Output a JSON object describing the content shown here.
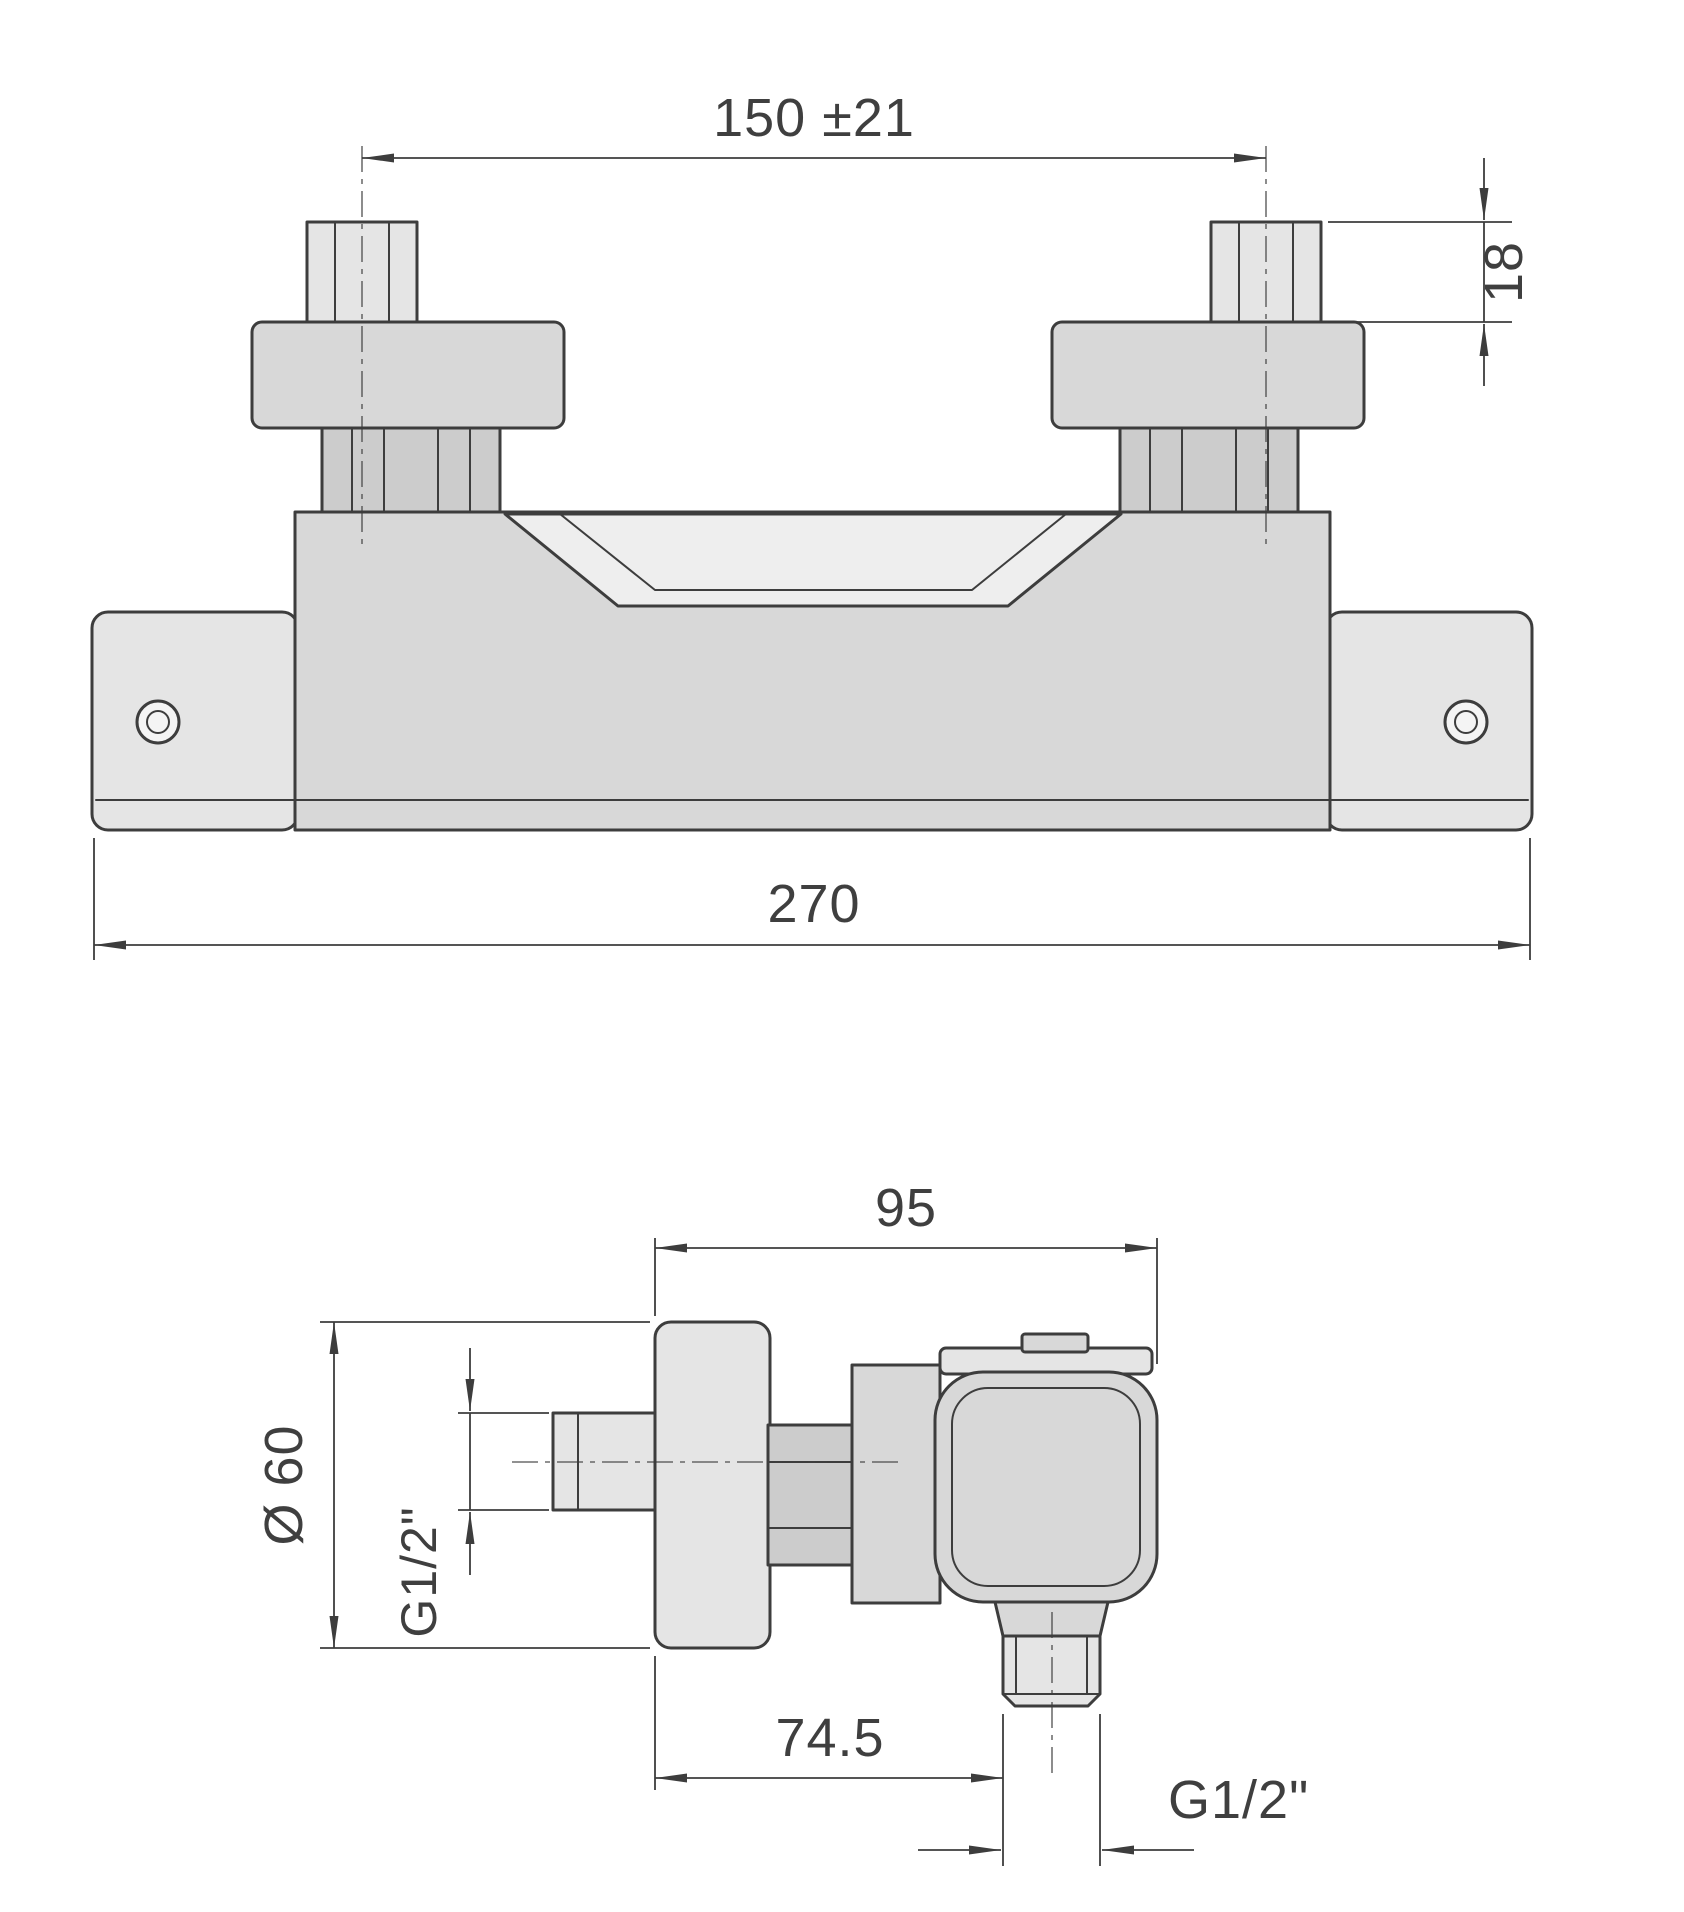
{
  "front_view": {
    "dim_center_distance": "150 ±21",
    "dim_connector_height": "18",
    "dim_overall_width": "270"
  },
  "side_view": {
    "dim_depth": "95",
    "dim_escutcheon_diameter": "Ø 60",
    "dim_inlet_thread": "G1/2\"",
    "dim_wall_to_outlet": "74.5",
    "dim_outlet_thread": "G1/2\""
  },
  "colors": {
    "line": "#3d3d3d",
    "text": "#3f3f3f",
    "background": "#ffffff",
    "fill_mid": "#d8d8d8",
    "fill_dark": "#cccccc",
    "fill_light": "#e5e5e5",
    "fill_highlight": "#eeeeee"
  }
}
